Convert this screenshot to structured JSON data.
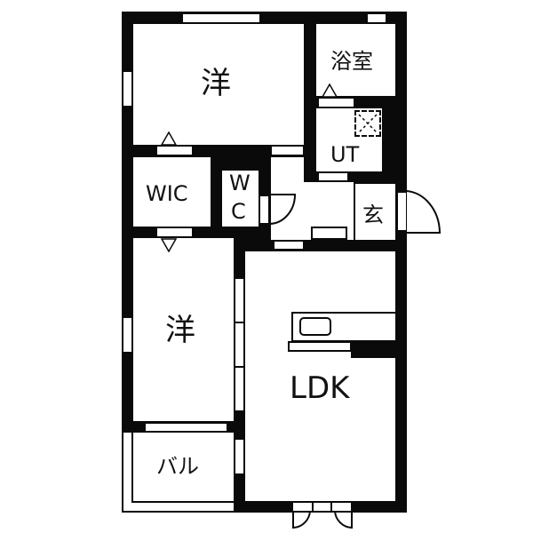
{
  "floorplan": {
    "rooms": {
      "western_upper": "洋",
      "bath": "浴室",
      "utility": "UT",
      "wic": "WIC",
      "wc_top": "W",
      "wc_bottom": "C",
      "entrance": "玄",
      "western_lower": "洋",
      "ldk": "LDK",
      "balcony": "バル"
    },
    "colors": {
      "wall": "#0a0a0a",
      "background": "#ffffff"
    }
  }
}
